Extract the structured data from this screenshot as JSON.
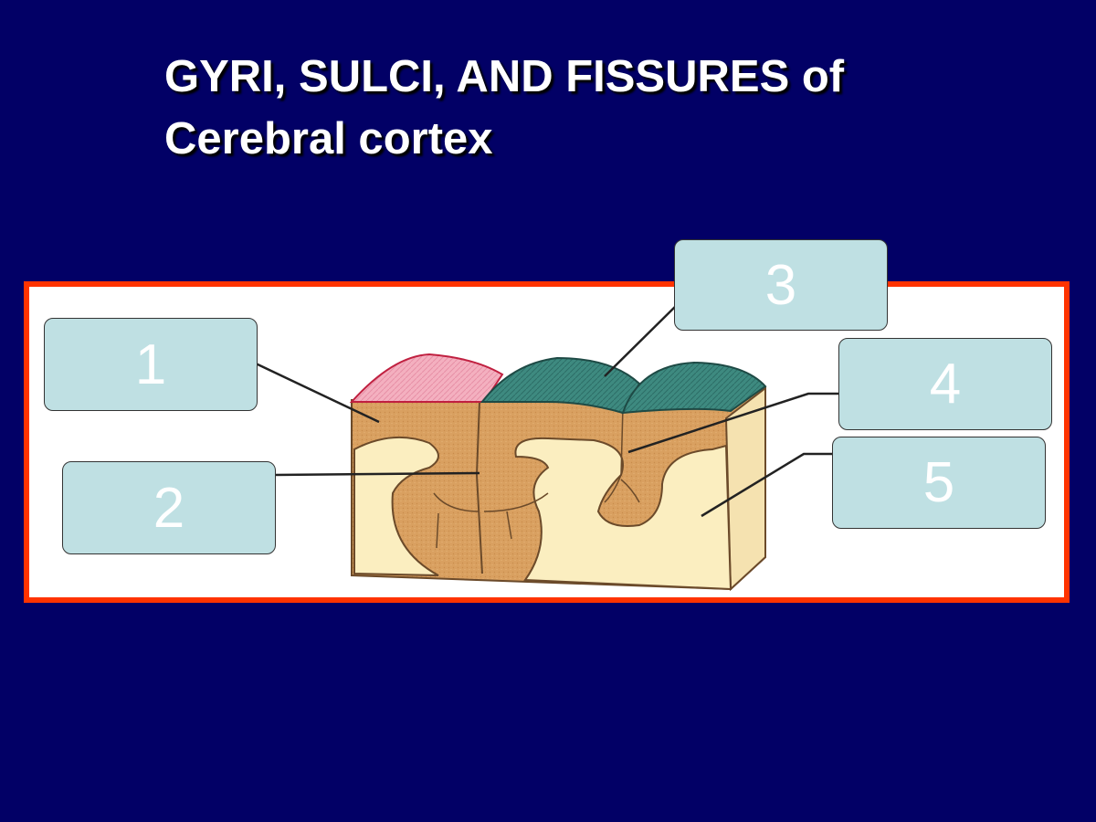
{
  "slide": {
    "title_line1": "GYRI, SULCI, AND FISSURES of",
    "title_line2": "Cerebral cortex",
    "background_color": "#020066",
    "frame_color": "#ff3300"
  },
  "diagram": {
    "labels": [
      {
        "id": "1",
        "text": "1"
      },
      {
        "id": "2",
        "text": "2"
      },
      {
        "id": "3",
        "text": "3"
      },
      {
        "id": "4",
        "text": "4"
      },
      {
        "id": "5",
        "text": "5"
      }
    ],
    "colors": {
      "gray_matter": "#d9a060",
      "white_matter": "#fbeec0",
      "gyrus_pink": "#f4b0c0",
      "gyrus_teal": "#3e8a80",
      "label_fill": "#bfe0e3"
    }
  }
}
